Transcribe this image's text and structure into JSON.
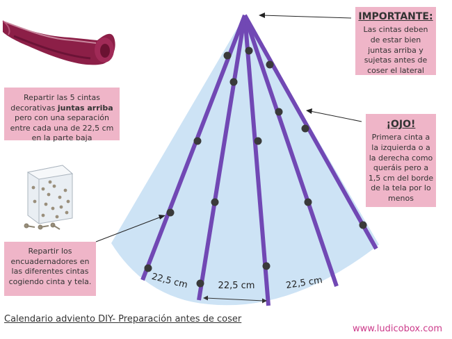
{
  "important": {
    "heading": "IMPORTANTE:",
    "text": "Las cintas deben de estar bien juntas arriba y sujetas antes de coser el lateral"
  },
  "ojo": {
    "heading": "¡OJO!",
    "text": "Primera cinta a la izquierda o a la derecha como queráis pero a 1,5 cm del borde de la tela por lo menos"
  },
  "ribbons_note": {
    "before": "Repartir las 5  cintas decorativas ",
    "bold": "juntas arriba",
    "after": " pero con una separación entre cada una de 22,5 cm en la parte baja"
  },
  "fasteners_note": {
    "text": "Repartir los encuadernadores en las diferentes cintas cogiendo cinta y tela."
  },
  "measurements": [
    "22,5 cm",
    "22,5 cm",
    "22,5 cm"
  ],
  "caption": "Calendario adviento DIY- Preparación antes de coser",
  "website": "www.ludicobox.com",
  "colors": {
    "cone": "#cde3f5",
    "ribbon": "#7148b4",
    "dot": "#3a3a3a",
    "note_box": "#efb5c8",
    "website": "#cc3a8a"
  }
}
